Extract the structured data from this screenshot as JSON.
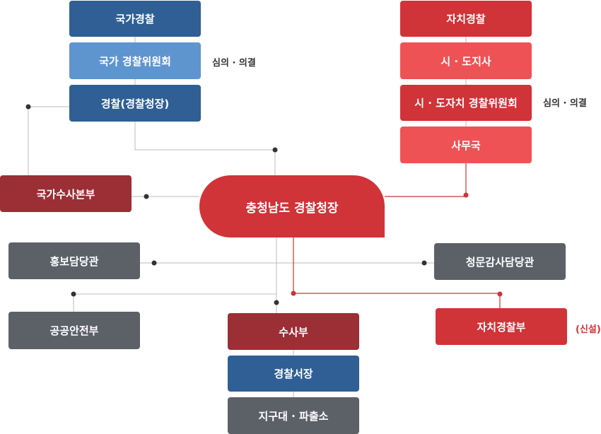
{
  "national": {
    "police": "국가경찰",
    "commission": "국가 경찰위원회",
    "commission_note": "심의 · 의결",
    "agency": "경찰(경찰청장)"
  },
  "autonomous": {
    "police": "자치경찰",
    "governor": "시 · 도지사",
    "commission": "시 · 도자치 경찰위원회",
    "commission_note": "심의 · 의결",
    "secretariat": "사무국"
  },
  "hq": "충청남도 경찰청장",
  "units": {
    "nis": "국가수사본부",
    "pr": "홍보담당관",
    "audit": "청문감사담당관",
    "public_safety": "공공안전부",
    "investigation": "수사부",
    "auto_police_dept": "자치경찰부",
    "new_label": "(신설)",
    "station": "경찰서장",
    "substation": "지구대 · 파출소"
  },
  "colors": {
    "navy": "#2f5f94",
    "light_blue": "#5f95cf",
    "red": "#d03338",
    "light_red": "#ee5254",
    "dark_red": "#9c2e35",
    "gray": "#5c6067"
  }
}
